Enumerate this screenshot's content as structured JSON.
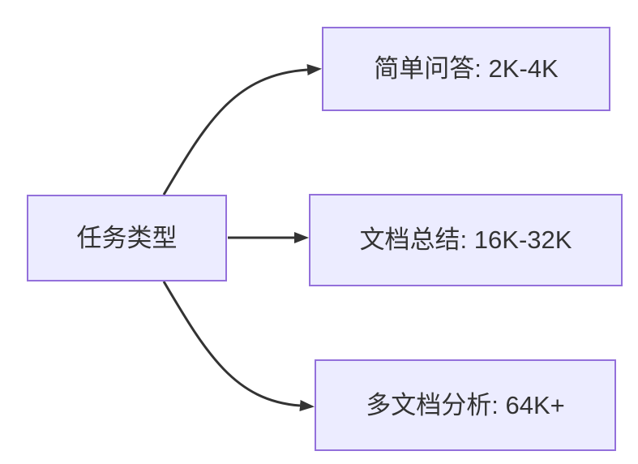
{
  "diagram": {
    "root": {
      "label": "任务类型"
    },
    "branches": [
      {
        "label": "简单问答: 2K-4K"
      },
      {
        "label": "文档总结: 16K-32K"
      },
      {
        "label": "多文档分析: 64K+"
      }
    ],
    "colors": {
      "node_fill": "#ECECFF",
      "node_border": "#9370DB",
      "edge": "#333333",
      "text": "#333333",
      "background": "#FFFFFF"
    }
  }
}
